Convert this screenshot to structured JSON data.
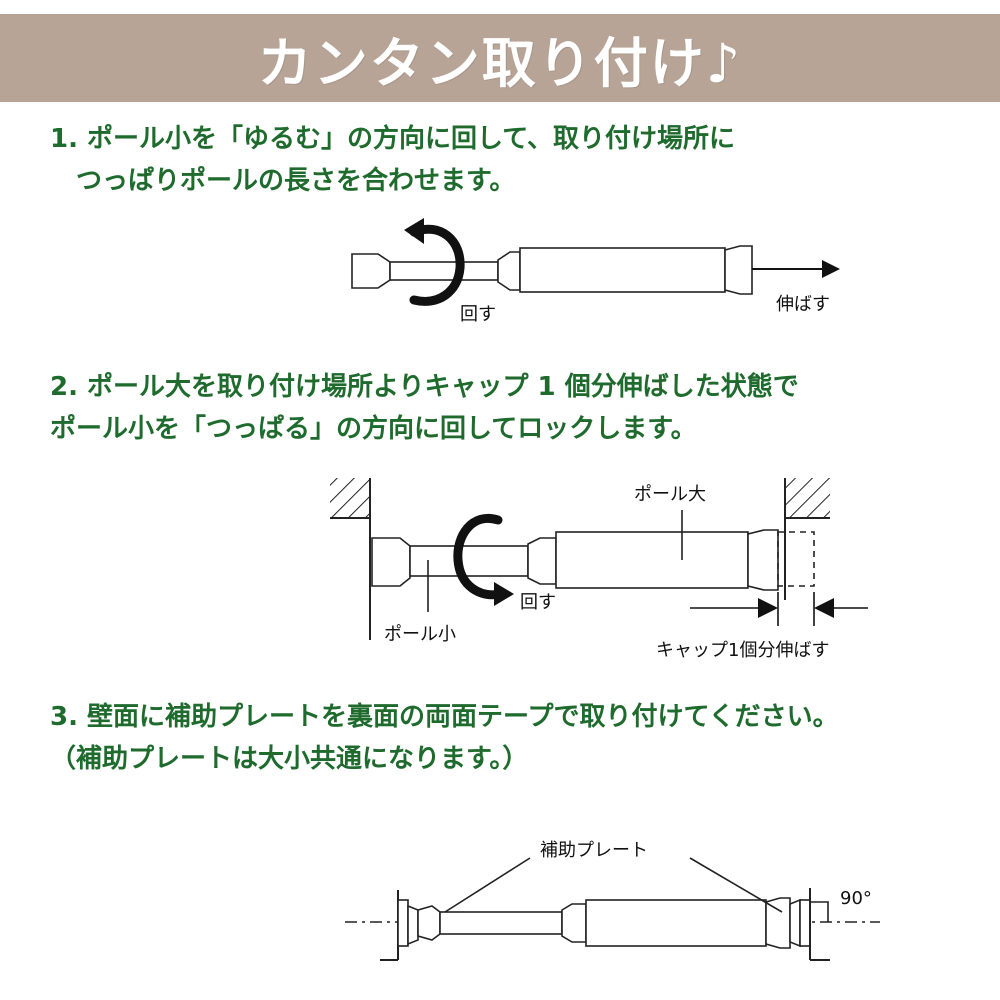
{
  "banner": {
    "title": "カンタン取り付け♪"
  },
  "steps": [
    {
      "line1": "1. ポール小を「ゆるむ」の方向に回して、取り付け場所に",
      "line2": "つっぱりポールの長さを合わせます。"
    },
    {
      "line1": "2. ポール大を取り付け場所よりキャップ 1 個分伸ばした状態で",
      "line2": "ポール小を「つっぱる」の方向に回してロックします。"
    },
    {
      "line1": "3. 壁面に補助プレートを裏面の両面テープで取り付けてください。",
      "line2": "（補助プレートは大小共通になります。）"
    }
  ],
  "diagram1": {
    "rotate_label": "回す",
    "extend_label": "伸ばす"
  },
  "diagram2": {
    "large_pole_label": "ポール大",
    "small_pole_label": "ポール小",
    "rotate_label": "回す",
    "cap_label": "キャップ1個分伸ばす"
  },
  "diagram3": {
    "plate_label": "補助プレート",
    "angle_label": "90°"
  },
  "colors": {
    "banner": "#b7a496",
    "step_text": "#1f6b2e",
    "drawing": "#222222"
  }
}
